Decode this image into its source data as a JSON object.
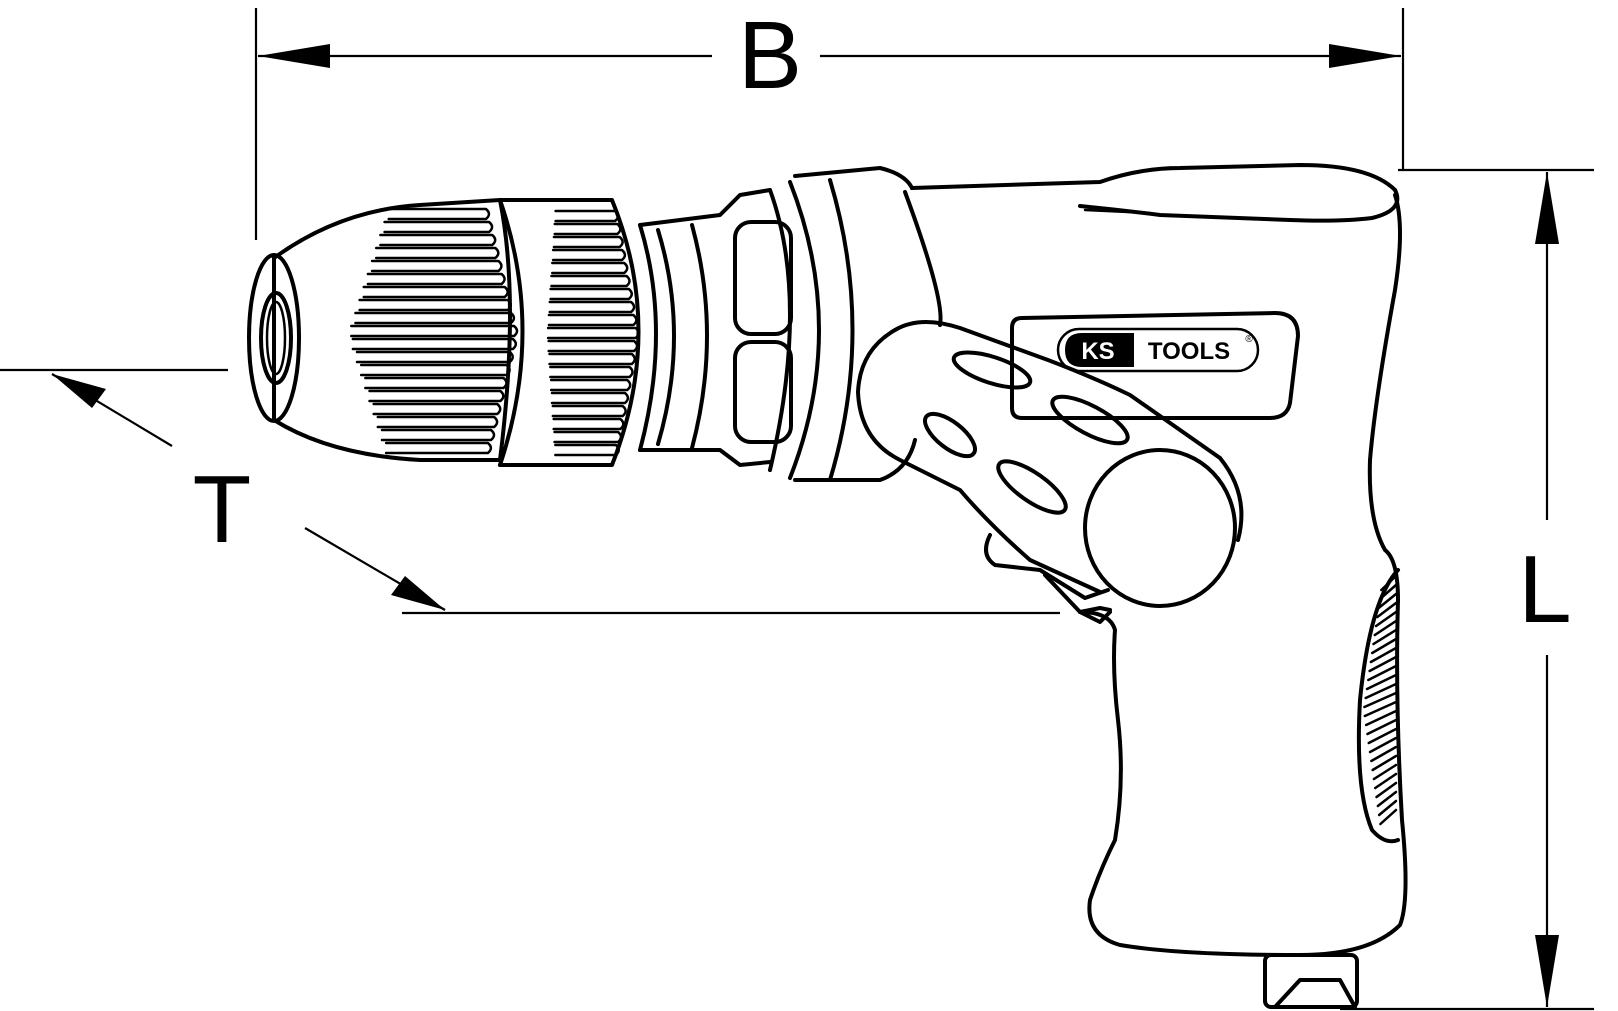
{
  "dimensions": {
    "width_label": "B",
    "depth_label": "T",
    "length_label": "L"
  },
  "logo": {
    "brand_prefix": "KS",
    "brand_suffix": "TOOLS",
    "registered_mark": "®"
  }
}
